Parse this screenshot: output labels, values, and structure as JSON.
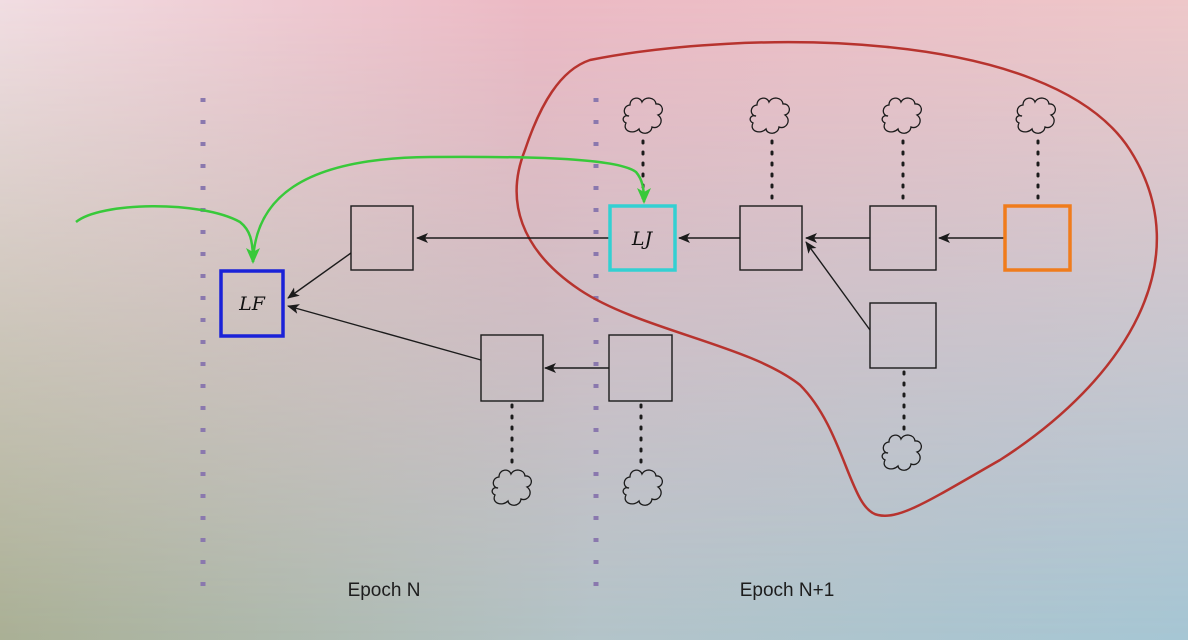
{
  "epochs": {
    "left": "Epoch N",
    "right": "Epoch N+1"
  },
  "blocks": {
    "lf": "LF",
    "lj": "LJ"
  },
  "colors": {
    "lf_border": "#1a22d8",
    "lj_border": "#33d0d2",
    "tip_border": "#f07c1c",
    "justify_arrows": "#38c93a",
    "fork_outline": "#b7332e",
    "epoch_boundary": "#8a78ae",
    "block_border": "#1b1b1b"
  },
  "icons": {
    "unresolved_subtree": "cloud-icon"
  }
}
